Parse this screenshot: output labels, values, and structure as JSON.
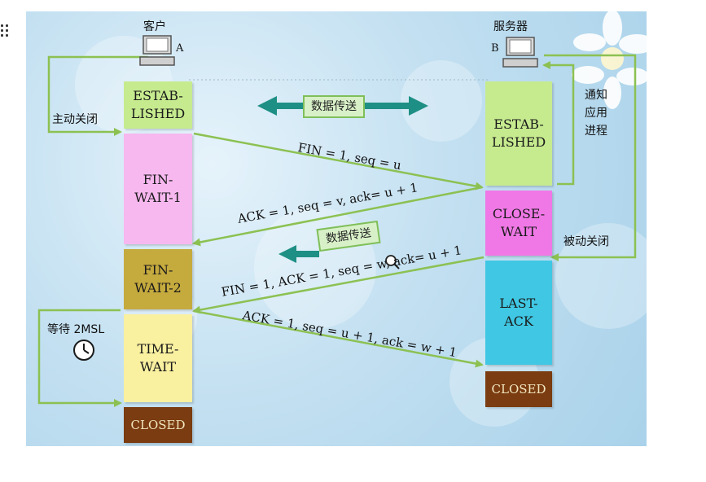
{
  "colors": {
    "line": "#8cc152",
    "established": "#c6eb8f",
    "fin_wait_1": "#f7b8ef",
    "fin_wait_2": "#c5aa3e",
    "time_wait": "#f9f0a0",
    "close_wait": "#ef78e6",
    "last_ack": "#3fc7e3",
    "closed": "#7a3c10",
    "data_arrow": "#1e8f84"
  },
  "client": {
    "name": "客户",
    "letter": "A"
  },
  "server": {
    "name": "服务器",
    "letter": "B"
  },
  "client_states": {
    "established": "ESTAB-\nLISHED",
    "fin_wait_1": "FIN-\nWAIT-1",
    "fin_wait_2": "FIN-\nWAIT-2",
    "time_wait": "TIME-\nWAIT",
    "closed": "CLOSED"
  },
  "server_states": {
    "established": "ESTAB-\nLISHED",
    "close_wait": "CLOSE-\nWAIT",
    "last_ack": "LAST-\nACK",
    "closed": "CLOSED"
  },
  "labels": {
    "active_close": "主动关闭",
    "passive_close": "被动关闭",
    "notify_app": "通知应用进程",
    "wait_2msl": "等待 2MSL",
    "data_transfer_1": "数据传送",
    "data_transfer_2": "数据传送"
  },
  "messages": {
    "m1": "FIN = 1, seq = u",
    "m2": "ACK = 1, seq = v, ack= u + 1",
    "m3": "FIN = 1, ACK = 1, seq = w, ack= u + 1",
    "m4": "ACK = 1, seq = u + 1, ack = w + 1"
  },
  "icons": [
    "computer-icon",
    "clock-icon",
    "magnifier-icon"
  ]
}
